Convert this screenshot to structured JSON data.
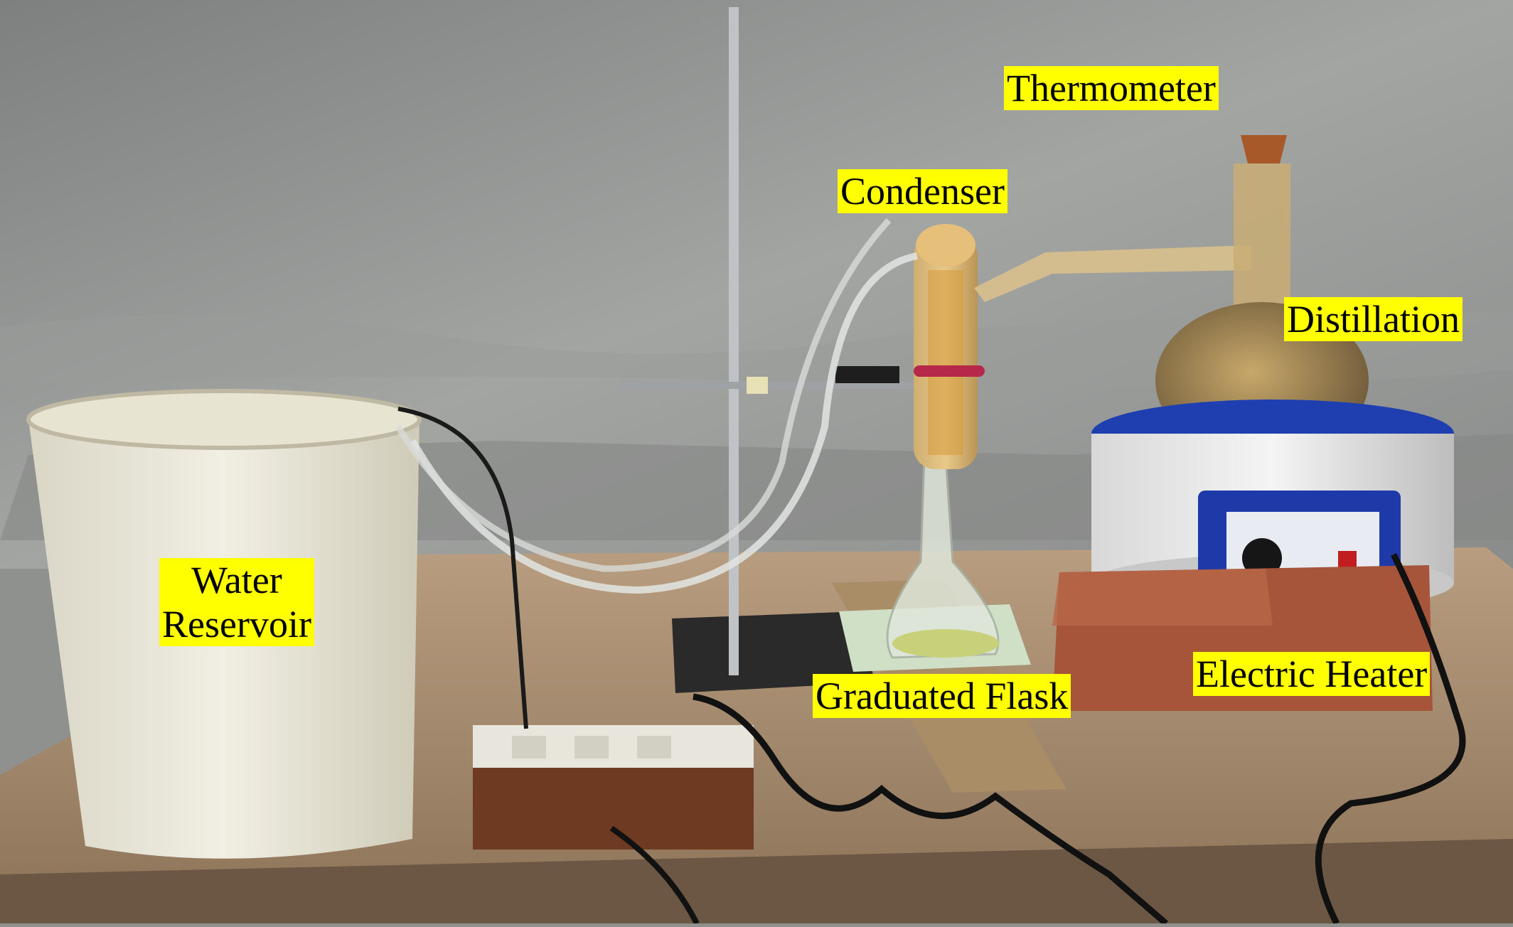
{
  "labels": {
    "thermometer": "Thermometer",
    "condenser": "Condenser",
    "distillation": "Distillation",
    "water_reservoir_line1": "Water",
    "water_reservoir_line2": "Reservoir",
    "graduated_flask": "Graduated Flask",
    "electric_heater": "Electric Heater"
  },
  "colors": {
    "label_background": "#ffff00",
    "label_text": "#000000"
  }
}
